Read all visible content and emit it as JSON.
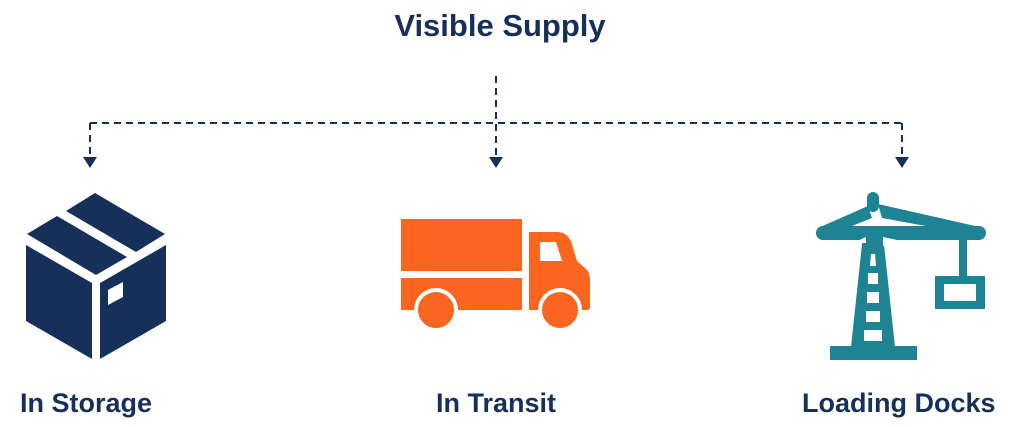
{
  "title": "Visible Supply",
  "colors": {
    "navy": "#17305a",
    "orange": "#fa6620",
    "teal": "#1e8393"
  },
  "nodes": [
    {
      "label": "In Storage",
      "icon": "box-icon"
    },
    {
      "label": "In Transit",
      "icon": "truck-icon"
    },
    {
      "label": "Loading Docks",
      "icon": "crane-icon"
    }
  ]
}
